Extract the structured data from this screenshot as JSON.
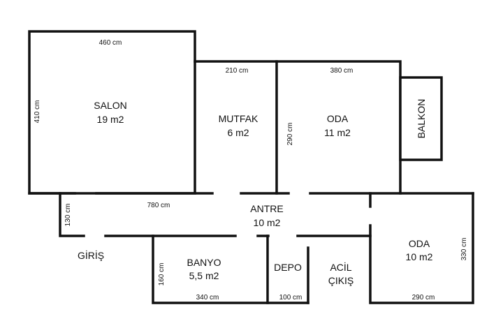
{
  "rooms": {
    "salon": {
      "name": "SALON",
      "area": "19 m2"
    },
    "mutfak": {
      "name": "MUTFAK",
      "area": "6 m2"
    },
    "oda1": {
      "name": "ODA",
      "area": "11 m2"
    },
    "balkon": {
      "name": "BALKON"
    },
    "antre": {
      "name": "ANTRE",
      "area": "10 m2"
    },
    "oda2": {
      "name": "ODA",
      "area": "10 m2"
    },
    "banyo": {
      "name": "BANYO",
      "area": "5,5 m2"
    },
    "depo": {
      "name": "DEPO"
    },
    "acil": {
      "line1": "ACİL",
      "line2": "ÇIKIŞ"
    },
    "giris": {
      "name": "GİRİŞ"
    }
  },
  "dimensions": {
    "salon_width": "460 cm",
    "salon_height": "410 cm",
    "mutfak_width": "210 cm",
    "oda1_width": "380 cm",
    "oda1_height": "290 cm",
    "hall_length": "780 cm",
    "giris_width": "130 cm",
    "banyo_height": "160 cm",
    "banyo_width": "340 cm",
    "depo_width": "100 cm",
    "oda2_width": "290 cm",
    "oda2_height": "330 cm"
  }
}
